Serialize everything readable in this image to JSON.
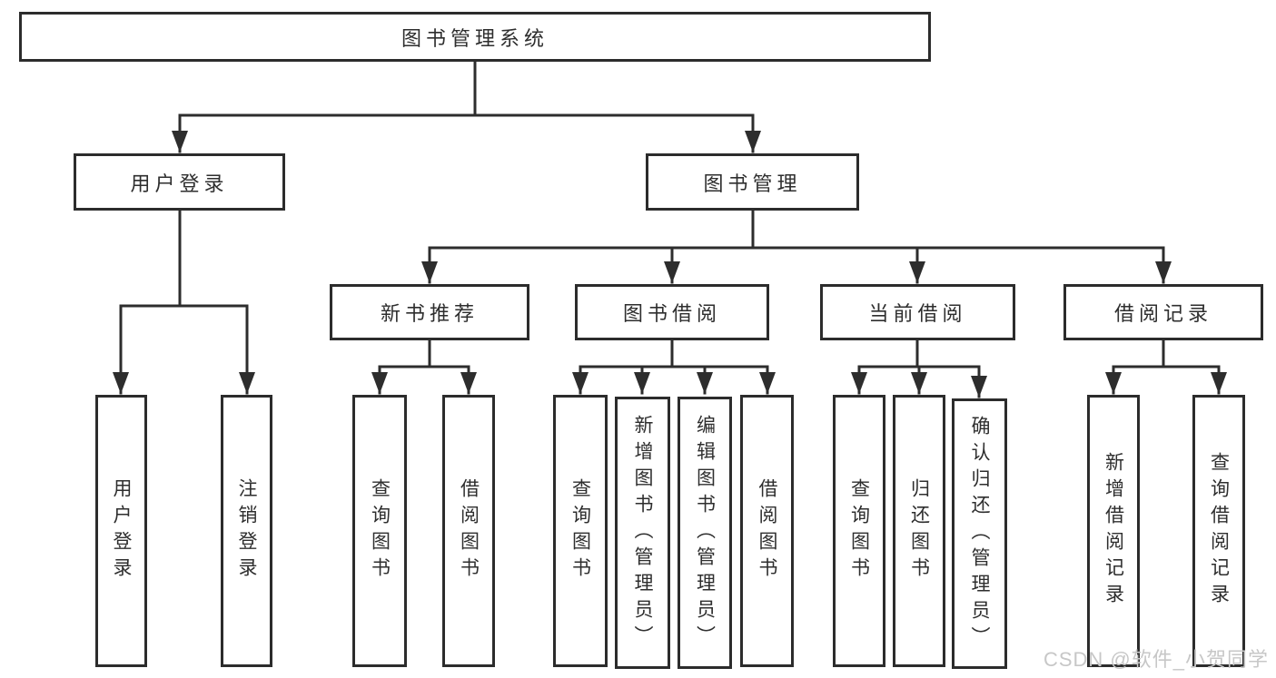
{
  "tree": {
    "root": {
      "label": "图书管理系统"
    },
    "branches": [
      {
        "label": "用户登录",
        "children": [
          {
            "label": "用户登录"
          },
          {
            "label": "注销登录"
          }
        ]
      },
      {
        "label": "图书管理",
        "children": [
          {
            "label": "新书推荐",
            "children": [
              {
                "label": "查询图书"
              },
              {
                "label": "借阅图书"
              }
            ]
          },
          {
            "label": "图书借阅",
            "children": [
              {
                "label": "查询图书"
              },
              {
                "label": "新增图书（管理员）"
              },
              {
                "label": "编辑图书（管理员）"
              },
              {
                "label": "借阅图书"
              }
            ]
          },
          {
            "label": "当前借阅",
            "children": [
              {
                "label": "查询图书"
              },
              {
                "label": "归还图书"
              },
              {
                "label": "确认归还（管理员）"
              }
            ]
          },
          {
            "label": "借阅记录",
            "children": [
              {
                "label": "新增借阅记录"
              },
              {
                "label": "查询借阅记录"
              }
            ]
          }
        ]
      }
    ]
  },
  "watermark": {
    "text": "CSDN @软件_小贺同学",
    "color": "#c7c7c7"
  },
  "colors": {
    "line": "#2d2d2d",
    "box_border": "#2c2c2c",
    "box_fill": "#ffffff",
    "text": "#2e2e2e",
    "background": "#ffffff"
  }
}
